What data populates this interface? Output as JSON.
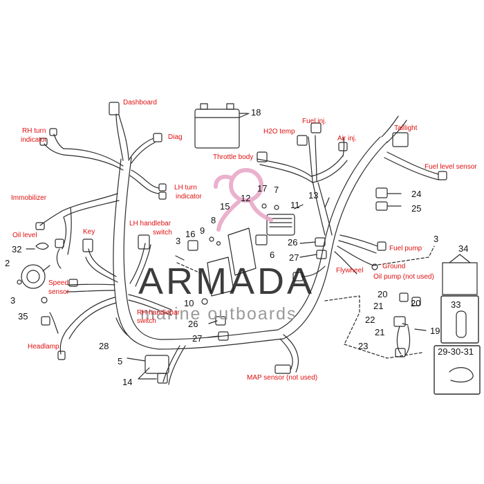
{
  "labels": {
    "dashboard": "Dashboard",
    "diag": "Diag",
    "rh_turn_1": "RH turn",
    "rh_turn_2": "indicator",
    "lh_turn_1": "LH turn",
    "lh_turn_2": "indicator",
    "immobilizer": "Immobilizer",
    "oil_level": "Oil level",
    "key": "Key",
    "lh_handlebar_1": "LH handlebar",
    "lh_handlebar_2": "switch",
    "speed_sensor_1": "Speed",
    "speed_sensor_2": "sensor",
    "headlamp": "Headlamp",
    "rh_handlebar_1": "RH handlebar",
    "rh_handlebar_2": "switch",
    "throttle_body": "Throttle body",
    "h2o_temp": "H2O temp",
    "fuel_inj": "Fuel inj.",
    "air_inj": "Air inj.",
    "taillight": "Taillight",
    "fuel_level_sensor": "Fuel level sensor",
    "fuel_pump": "Fuel pump",
    "ground": "Ground",
    "oil_pump": "Oil pump (not used)",
    "flywheel": "Flywheel",
    "map_sensor": "MAP sensor (not used)"
  },
  "part_numbers": {
    "n18": "18",
    "n17": "17",
    "n7": "7",
    "n12": "12",
    "n15": "15",
    "n11": "11",
    "n13": "13",
    "n8": "8",
    "n9": "9",
    "n16": "16",
    "n3a": "3",
    "n26a": "26",
    "n27a": "27",
    "n6": "6",
    "n24": "24",
    "n25": "25",
    "n3b": "3",
    "n34": "34",
    "n32": "32",
    "n2": "2",
    "n3c": "3",
    "n35": "35",
    "n10": "10",
    "n26b": "26",
    "n27b": "27",
    "n28": "28",
    "n5": "5",
    "n14": "14",
    "n20a": "20",
    "n20b": "20",
    "n21a": "21",
    "n22": "22",
    "n21b": "21",
    "n23": "23",
    "n19": "19",
    "n33": "33",
    "n29": "29-30-31"
  },
  "watermark": {
    "brand": "ARMADA",
    "tagline": "marine outboards"
  },
  "colors": {
    "label_red": "#e01010",
    "line_dark": "#2a2a2a",
    "watermark_pink": "#e8a9c8"
  }
}
